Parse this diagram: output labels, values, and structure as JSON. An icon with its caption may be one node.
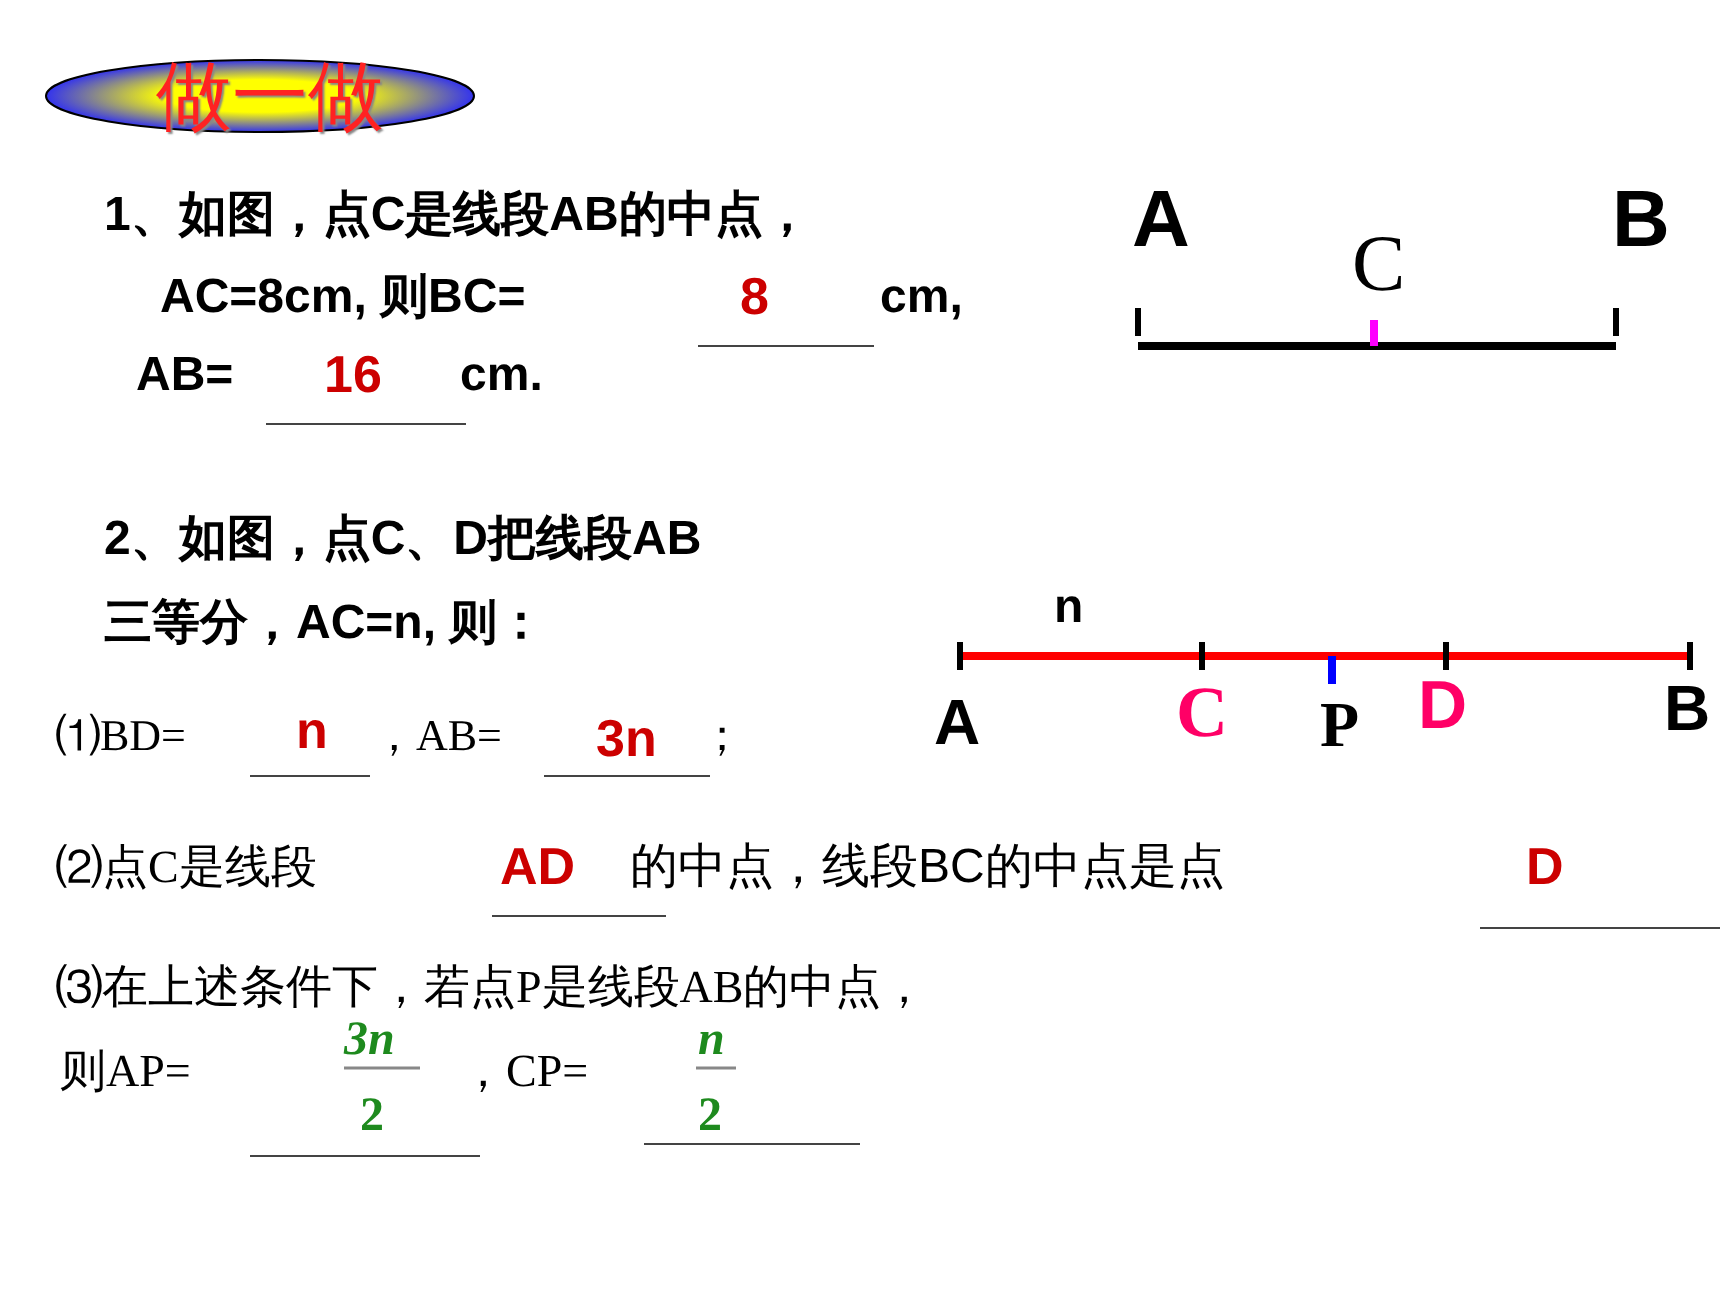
{
  "diagram": {
    "nodes": [
      {
        "text": [
          "做一做"
        ]
      }
    ],
    "labels": [
      "1、如图，点C是线段AB的中点，",
      "AC=8cm, 则BC=",
      "8",
      "cm,",
      "AB=",
      "16",
      "cm.",
      "A",
      "C",
      "B",
      "2、如图，点C、D把线段AB",
      "三等分，AC=n, 则：",
      "n",
      "⑴BD=",
      "n",
      "，AB=",
      "3n",
      "；",
      "A",
      "C",
      "P",
      "D",
      "B",
      "⑵点C是线段",
      "AD",
      "的中点，线段BC的中点是点",
      "D",
      "⑶在上述条件下，若点P是线段AB的中点，",
      "则AP=",
      "3n",
      "2",
      "，CP=",
      "n",
      "2"
    ]
  }
}
